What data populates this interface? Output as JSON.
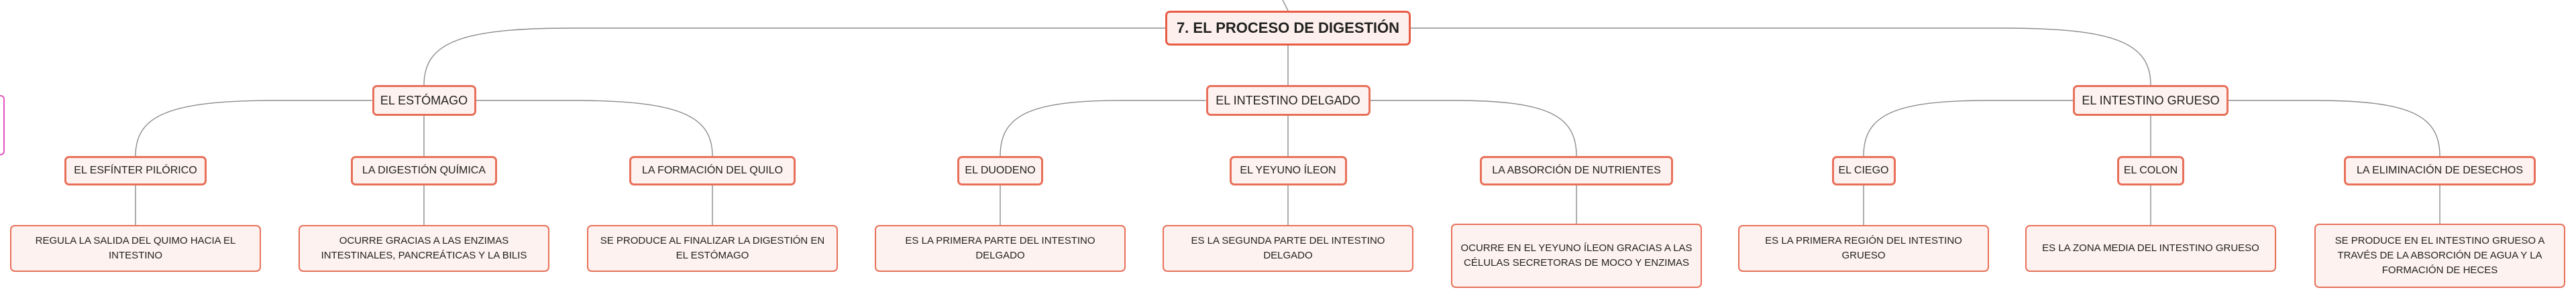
{
  "map": {
    "title": "7. EL PROCESO DE DIGESTIÓN",
    "branches": [
      {
        "label": "EL ESTÓMAGO",
        "children": [
          {
            "label": "EL ESFÍNTER PILÓRICO",
            "detail": "REGULA LA SALIDA DEL QUIMO HACIA EL INTESTINO"
          },
          {
            "label": "LA DIGESTIÓN QUÍMICA",
            "detail": "OCURRE GRACIAS A LAS ENZIMAS INTESTINALES, PANCREÁTICAS Y LA BILIS"
          },
          {
            "label": "LA FORMACIÓN DEL QUILO",
            "detail": "SE PRODUCE AL FINALIZAR LA DIGESTIÓN EN EL ESTÓMAGO"
          }
        ]
      },
      {
        "label": "EL INTESTINO DELGADO",
        "children": [
          {
            "label": "EL DUODENO",
            "detail": "ES LA PRIMERA PARTE DEL INTESTINO DELGADO"
          },
          {
            "label": "EL YEYUNO ÍLEON",
            "detail": "ES LA SEGUNDA PARTE DEL INTESTINO DELGADO"
          },
          {
            "label": "LA ABSORCIÓN DE NUTRIENTES",
            "detail": "OCURRE EN EL YEYUNO ÍLEON GRACIAS A LAS CÉLULAS SECRETORAS DE MOCO Y ENZIMAS"
          }
        ]
      },
      {
        "label": "EL INTESTINO GRUESO",
        "children": [
          {
            "label": "EL CIEGO",
            "detail": "ES LA PRIMERA REGIÓN DEL INTESTINO GRUESO"
          },
          {
            "label": "EL COLON",
            "detail": "ES LA ZONA MEDIA DEL INTESTINO GRUESO"
          },
          {
            "label": "LA ELIMINACIÓN DE DESECHOS",
            "detail": "SE PRODUCE EN EL INTESTINO GRUESO A TRAVÉS DE LA ABSORCIÓN DE AGUA Y LA FORMACIÓN DE HECES"
          }
        ]
      }
    ]
  },
  "colors": {
    "node_border": "#e8705a",
    "node_fill": "#fdf2ef",
    "connector": "#8c8c8c",
    "side_tab": "#e255c0"
  }
}
